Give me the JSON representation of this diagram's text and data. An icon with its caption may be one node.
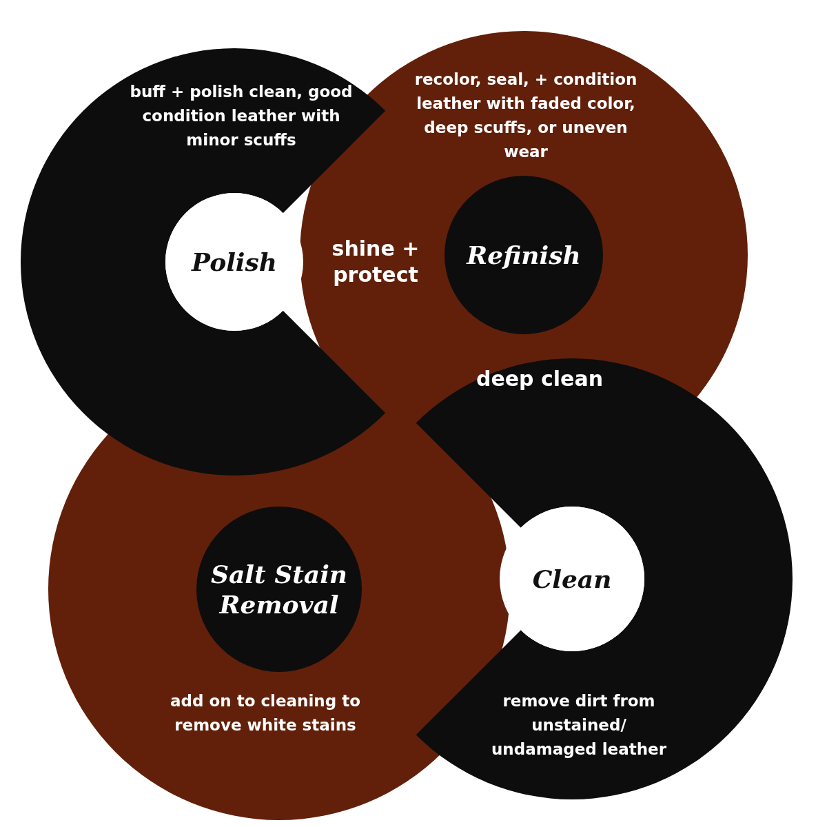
{
  "diagram": {
    "nodes": [
      {
        "text": [
          "buff + polish clean, good condition leather with minor scuffs",
          "Polish"
        ]
      },
      {
        "text": [
          "recolor, seal, + condition leather with faded color, deep scuffs, or uneven wear",
          "Refinish"
        ]
      },
      {
        "text": [
          "Salt Stain Removal",
          "add on to cleaning to remove white stains"
        ]
      },
      {
        "text": [
          "Clean",
          "remove dirt from unstained/ undamaged leather"
        ]
      }
    ],
    "edges": [],
    "labels": [
      "shine + protect",
      "deep clean"
    ]
  }
}
